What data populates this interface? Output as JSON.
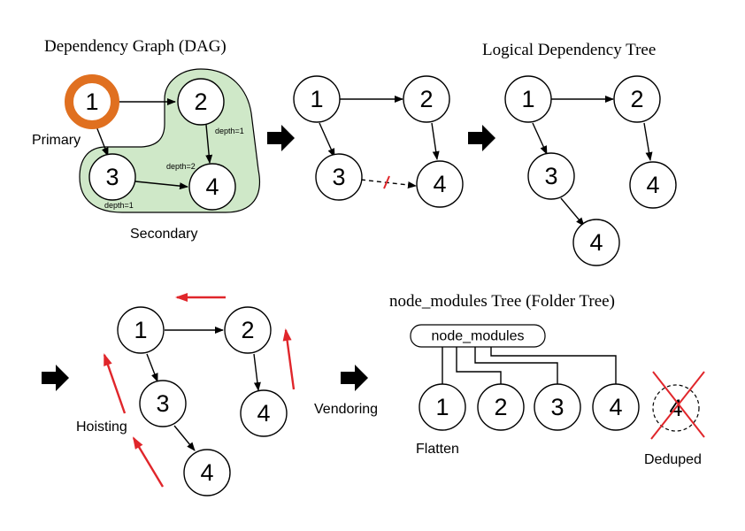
{
  "titles": {
    "dag": "Dependency Graph (DAG)",
    "logical": "Logical Dependency Tree",
    "node_modules": "node_modules Tree (Folder Tree)"
  },
  "nodes": {
    "n1": "1",
    "n2": "2",
    "n3": "3",
    "n4": "4"
  },
  "labels": {
    "primary": "Primary",
    "secondary": "Secondary",
    "depth1": "depth=1",
    "depth2": "depth=2",
    "hoisting": "Hoisting",
    "vendoring": "Vendoring",
    "flatten": "Flatten",
    "deduped": "Deduped",
    "folder_root": "node_modules"
  },
  "colors": {
    "primary_ring": "#e07020",
    "secondary_fill": "#cfe8c8",
    "secondary_stroke": "#000000",
    "hoist_arrow": "#e0262b",
    "dedupe_cross": "#e0262b"
  }
}
